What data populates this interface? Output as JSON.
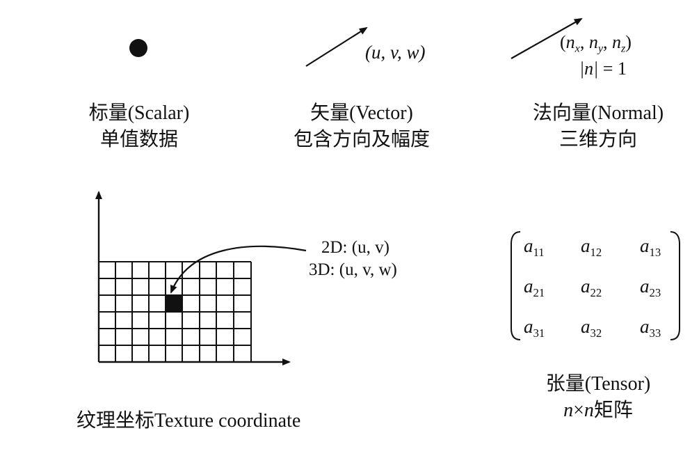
{
  "scalar": {
    "label": "标量(Scalar)",
    "desc": "单值数据"
  },
  "vector": {
    "label": "矢量(Vector)",
    "desc": "包含方向及幅度",
    "components": "(u, v, w)"
  },
  "normal": {
    "label": "法向量(Normal)",
    "desc": "三维方向",
    "open": "(",
    "n": "n",
    "x": "x",
    "y": "y",
    "z": "z",
    "close": ")",
    "mag_lhs": "|n|",
    "mag_rhs": "= 1"
  },
  "texture": {
    "label": "纹理坐标Texture coordinate",
    "annot_2d": "2D: (u, v)",
    "annot_3d": "3D: (u, v, w)"
  },
  "tensor": {
    "label": "张量(Tensor)",
    "desc_n1": "n",
    "desc_times": "×",
    "desc_n2": "n",
    "desc_rest": "矩阵",
    "base": "a",
    "cells": [
      [
        "11",
        "12",
        "13"
      ],
      [
        "21",
        "22",
        "23"
      ],
      [
        "31",
        "32",
        "33"
      ]
    ]
  },
  "colors": {
    "ink": "#111111",
    "background": "#ffffff"
  }
}
